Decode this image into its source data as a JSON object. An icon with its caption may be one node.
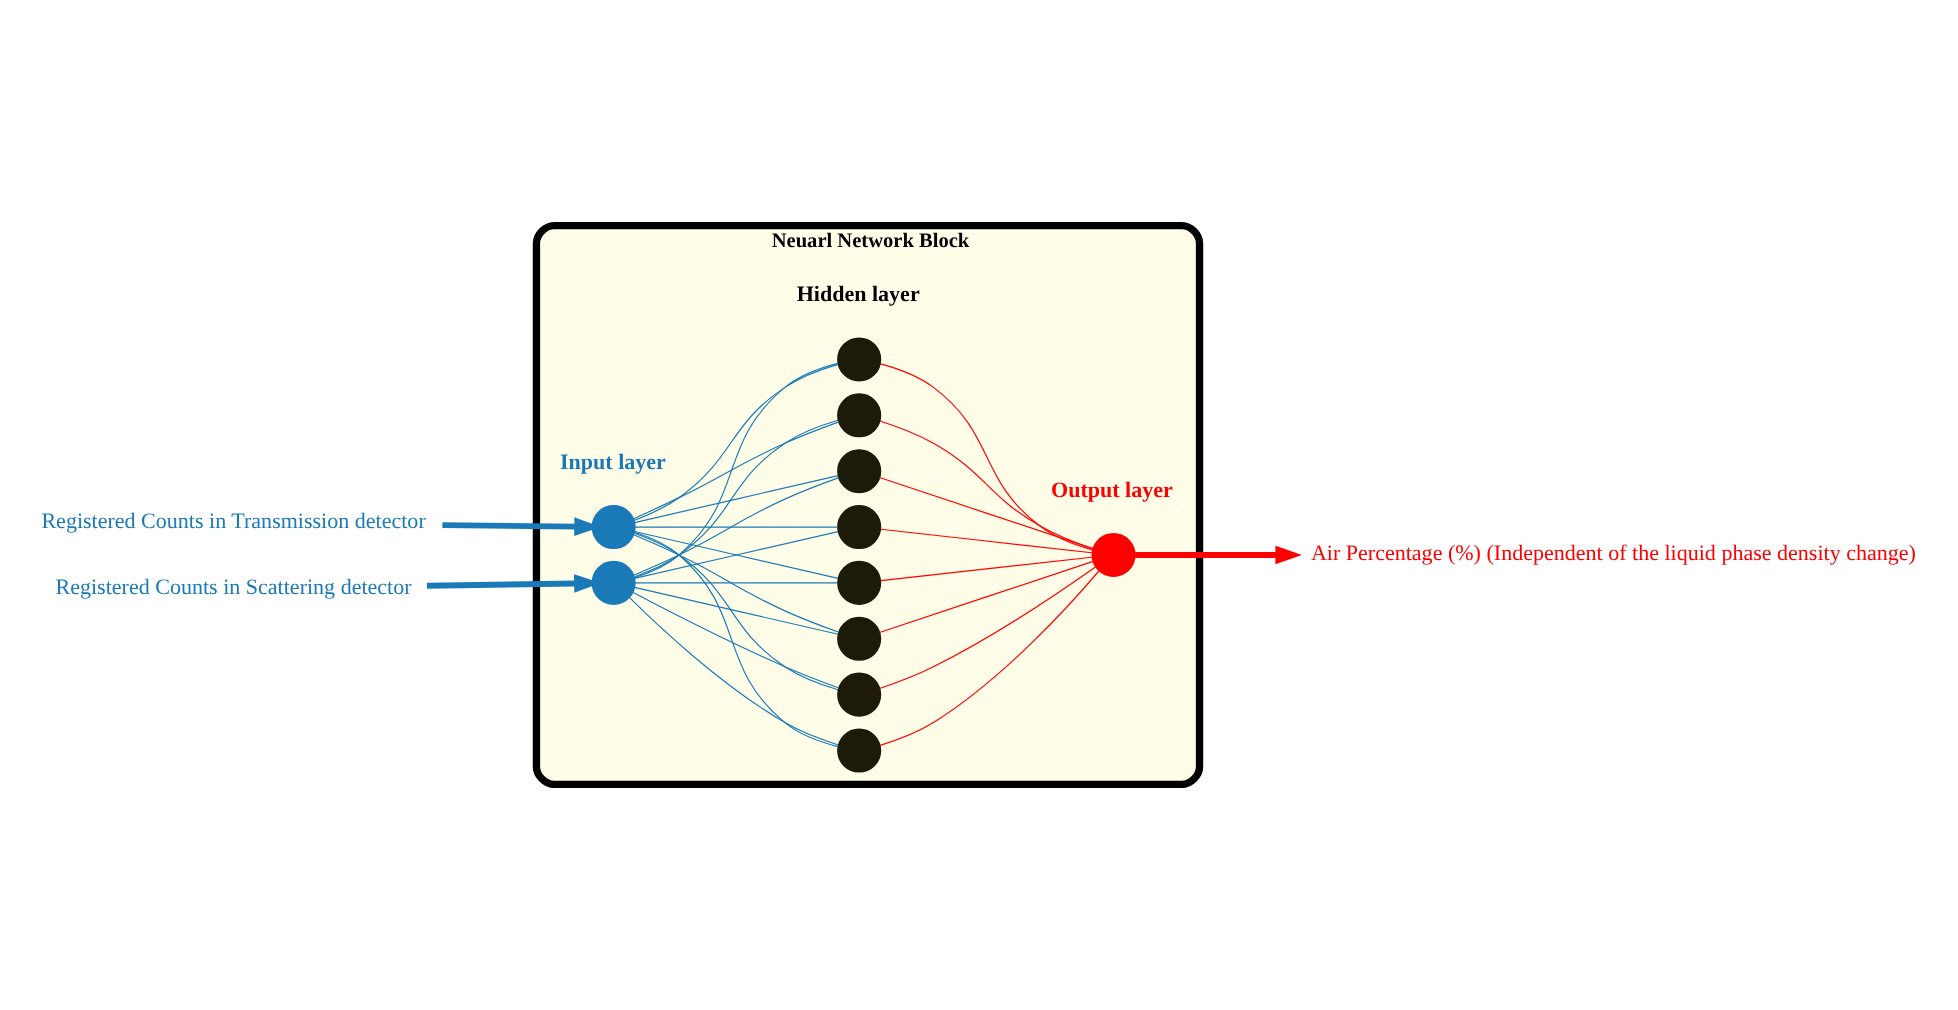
{
  "diagram": {
    "nodes": [
      {
        "text": [
          "Neuarl Network Block"
        ]
      },
      {
        "text": [
          "Registered Counts in Transmission detector"
        ]
      },
      {
        "text": [
          "Registered Counts in Scattering detector"
        ]
      },
      {
        "text": [],
        "shape": "circle",
        "in": 0
      },
      {
        "text": [],
        "shape": "circle",
        "in": 0
      },
      {
        "text": [],
        "shape": "circle",
        "in": 0
      },
      {
        "text": [],
        "shape": "circle",
        "in": 0
      },
      {
        "text": [],
        "shape": "circle",
        "in": 0
      },
      {
        "text": [],
        "shape": "circle",
        "in": 0
      },
      {
        "text": [],
        "shape": "circle",
        "in": 0
      },
      {
        "text": [],
        "shape": "circle",
        "in": 0
      },
      {
        "text": [],
        "shape": "circle",
        "in": 0
      },
      {
        "text": [],
        "shape": "circle",
        "in": 0
      },
      {
        "text": [],
        "shape": "circle",
        "in": 0
      },
      {
        "text": [
          "Air Percentage (%) (Independent of the liquid phase density change)"
        ]
      }
    ],
    "edges": [
      {
        "from": 1,
        "to": 3,
        "arrow": "to",
        "style": "thick"
      },
      {
        "from": 2,
        "to": 4,
        "arrow": "to",
        "style": "thick"
      },
      {
        "from": 3,
        "to": 5,
        "arrow": "none"
      },
      {
        "from": 3,
        "to": 6,
        "arrow": "none"
      },
      {
        "from": 3,
        "to": 7,
        "arrow": "none"
      },
      {
        "from": 3,
        "to": 8,
        "arrow": "none"
      },
      {
        "from": 3,
        "to": 9,
        "arrow": "none"
      },
      {
        "from": 3,
        "to": 10,
        "arrow": "none"
      },
      {
        "from": 3,
        "to": 11,
        "arrow": "none"
      },
      {
        "from": 3,
        "to": 12,
        "arrow": "none"
      },
      {
        "from": 4,
        "to": 5,
        "arrow": "none"
      },
      {
        "from": 4,
        "to": 6,
        "arrow": "none"
      },
      {
        "from": 4,
        "to": 7,
        "arrow": "none"
      },
      {
        "from": 4,
        "to": 8,
        "arrow": "none"
      },
      {
        "from": 4,
        "to": 9,
        "arrow": "none"
      },
      {
        "from": 4,
        "to": 10,
        "arrow": "none"
      },
      {
        "from": 4,
        "to": 11,
        "arrow": "none"
      },
      {
        "from": 4,
        "to": 12,
        "arrow": "none"
      },
      {
        "from": 5,
        "to": 13,
        "arrow": "none",
        "color": "#ff0000"
      },
      {
        "from": 6,
        "to": 13,
        "arrow": "none",
        "color": "#ff0000"
      },
      {
        "from": 7,
        "to": 13,
        "arrow": "none",
        "color": "#ff0000"
      },
      {
        "from": 8,
        "to": 13,
        "arrow": "none",
        "color": "#ff0000"
      },
      {
        "from": 9,
        "to": 13,
        "arrow": "none",
        "color": "#ff0000"
      },
      {
        "from": 10,
        "to": 13,
        "arrow": "none",
        "color": "#ff0000"
      },
      {
        "from": 11,
        "to": 13,
        "arrow": "none",
        "color": "#ff0000"
      },
      {
        "from": 12,
        "to": 13,
        "arrow": "none",
        "color": "#ff0000"
      },
      {
        "from": 13,
        "to": 14,
        "arrow": "to",
        "style": "thick",
        "color": "#ff0000"
      }
    ],
    "labels": [
      "Input layer",
      "Hidden layer",
      "Output layer"
    ]
  }
}
